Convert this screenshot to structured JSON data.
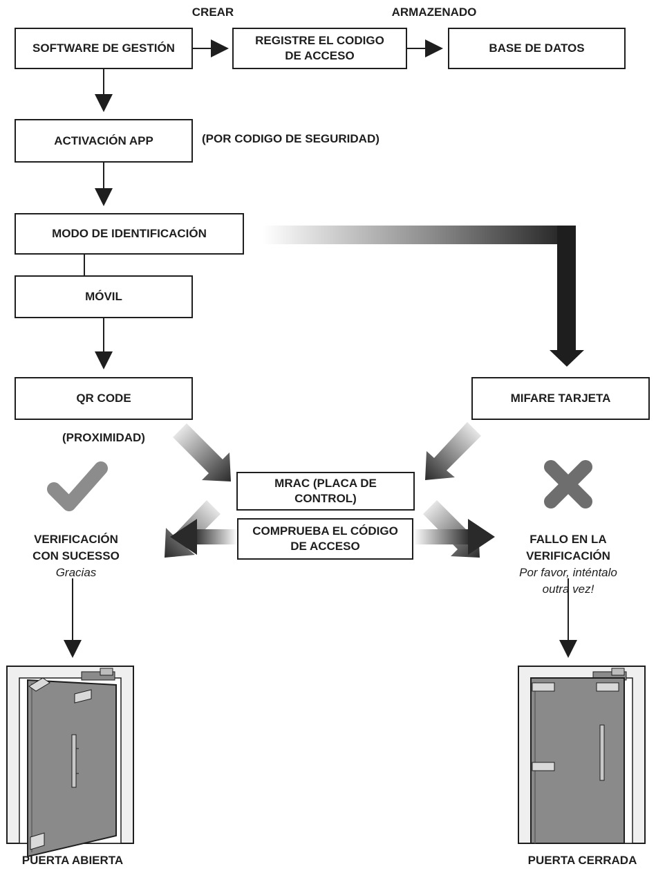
{
  "top_labels": {
    "create": "CREAR",
    "store": "ARMAZENADO"
  },
  "nodes": {
    "software": "SOFTWARE DE GESTIÓN",
    "register": "REGISTRE EL CODIGO\nDE ACCESO",
    "database": "BASE DE DATOS",
    "activation": "ACTIVACIÓN APP",
    "id_mode": "MODO DE IDENTIFICACIÓN",
    "mobile": "MÓVIL",
    "qr": "QR CODE",
    "mifare": "MIFARE TARJETA",
    "mrac": "MRAC (PLACA DE\nCONTROL)",
    "check_code": "COMPRUEBA EL CÓDIGO\nDE ACCESO"
  },
  "notes": {
    "security_code": "(POR CODIGO DE SEGURIDAD)",
    "proximity": "(PROXIMIDAD)"
  },
  "success": {
    "title": "VERIFICACIÓN\nCON SUCESSO",
    "message": "Gracias"
  },
  "failure": {
    "title": "FALLO EN LA\nVERIFICACIÓN",
    "message": "Por favor, inténtalo\noutra vez!"
  },
  "doors": {
    "open": "PUERTA ABIERTA",
    "closed": "PUERTA CERRADA"
  },
  "colors": {
    "ink": "#1e1e1e",
    "check": "#8c8c8c",
    "cross": "#6e6e6e",
    "door": "#8a8a8a",
    "frame": "#efefef"
  }
}
